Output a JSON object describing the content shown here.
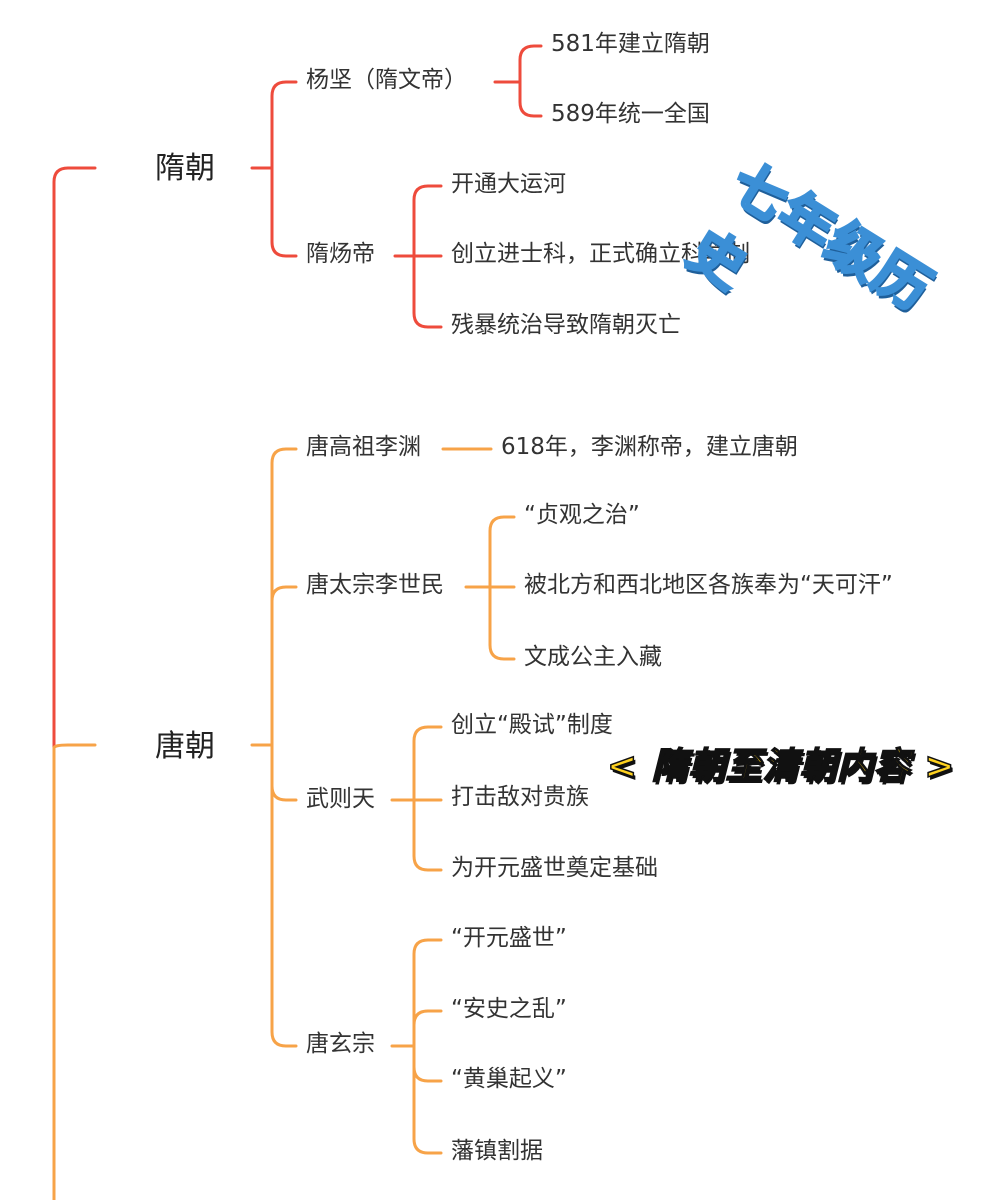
{
  "colors": {
    "sui_branch": "#ee4b3c",
    "tang_branch": "#f7a348",
    "stamp_fill": "#9fd1f2",
    "stamp_outline": "#3b8fd6",
    "banner_fill": "#ffd21f"
  },
  "watermark": "七年级历史",
  "banner": "< 隋朝至清朝内容 >",
  "sui": {
    "label": "隋朝",
    "figures": [
      {
        "name": "杨坚（隋文帝）",
        "facts": [
          "581年建立隋朝",
          "589年统一全国"
        ]
      },
      {
        "name": "隋炀帝",
        "facts": [
          "开通大运河",
          "创立进士科，正式确立科举制",
          "残暴统治导致隋朝灭亡"
        ]
      }
    ]
  },
  "tang": {
    "label": "唐朝",
    "figures": [
      {
        "name": "唐高祖李渊",
        "facts": [
          "618年，李渊称帝，建立唐朝"
        ]
      },
      {
        "name": "唐太宗李世民",
        "facts": [
          "“贞观之治”",
          "被北方和西北地区各族奉为“天可汗”",
          "文成公主入藏"
        ]
      },
      {
        "name": "武则天",
        "facts": [
          "创立“殿试”制度",
          "打击敌对贵族",
          "为开元盛世奠定基础"
        ]
      },
      {
        "name": "唐玄宗",
        "facts": [
          "“开元盛世”",
          "“安史之乱”",
          "“黄巢起义”",
          "藩镇割据"
        ]
      }
    ]
  }
}
